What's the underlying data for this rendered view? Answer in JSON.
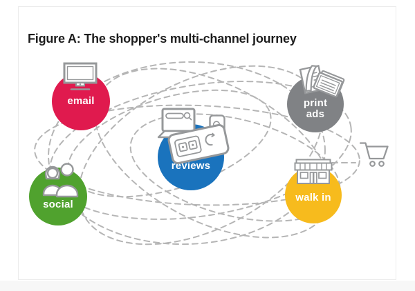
{
  "figure": {
    "title": "Figure A: The shopper's multi-channel journey"
  },
  "channels": [
    {
      "id": "email",
      "label": "email",
      "color": "#e01a4e",
      "icon": "desktop-monitor-icon"
    },
    {
      "id": "print-ads",
      "label": "print ads",
      "color": "#808285",
      "icon": "newspapers-icon"
    },
    {
      "id": "reviews",
      "label": "reviews",
      "color": "#1a73bd",
      "icon": "laptop-phone-tablet-icons"
    },
    {
      "id": "social",
      "label": "social",
      "color": "#50a22e",
      "icon": "people-icon"
    },
    {
      "id": "walk-in",
      "label": "walk in",
      "color": "#f7bb1d",
      "icon": "storefront-icon"
    }
  ],
  "endpoint": {
    "icon": "shopping-cart-icon"
  },
  "path_style": {
    "type": "dashed-ellipses",
    "color": "#b5b5b5"
  }
}
